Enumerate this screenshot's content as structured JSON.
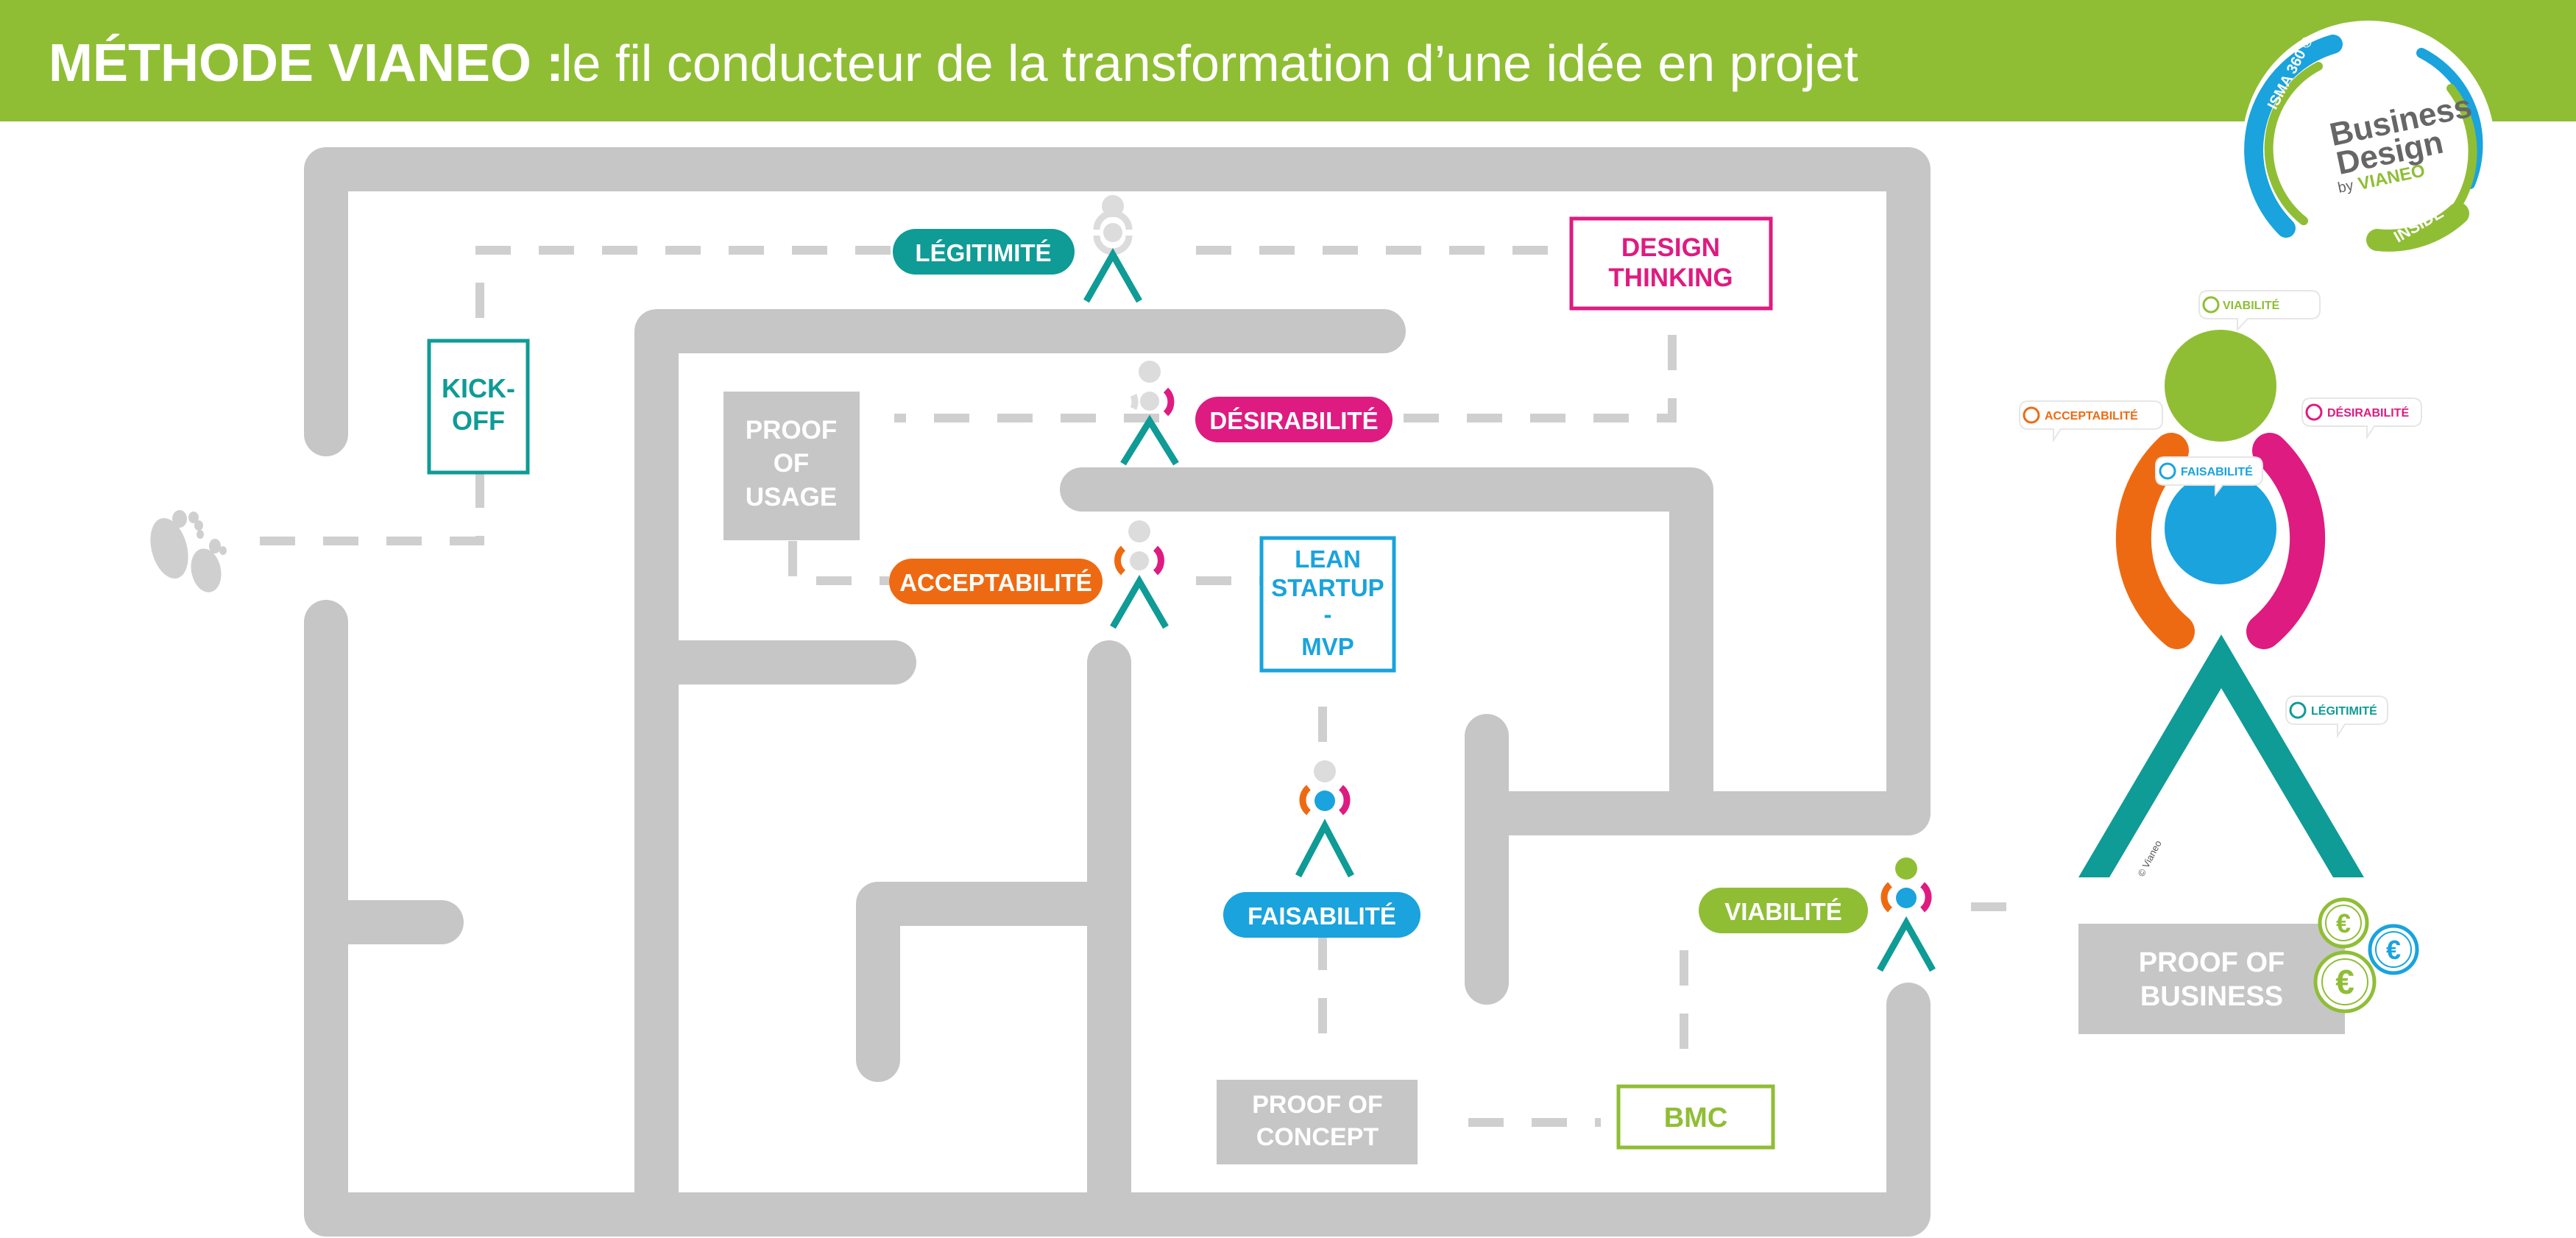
{
  "header": {
    "title_bold": "MÉTHODE VIANEO :",
    "title_rest": "le fil conducteur de la transformation d’une idée en projet"
  },
  "badge": {
    "top": "ISMA 360 ®",
    "line1": "Business",
    "line2": "Design",
    "by": "by",
    "brand": "VIANEO",
    "inside": "INSIDE"
  },
  "labels": {
    "legitimite": "LÉGITIMITÉ",
    "desirabilite": "DÉSIRABILITÉ",
    "acceptabilite": "ACCEPTABILITÉ",
    "faisabilite": "FAISABILITÉ",
    "viabilite": "VIABILITÉ"
  },
  "steps": {
    "kickoff": [
      "KICK-",
      "OFF"
    ],
    "design_thinking": [
      "DESIGN",
      "THINKING"
    ],
    "lean_startup": [
      "LEAN",
      "STARTUP",
      "-",
      "MVP"
    ],
    "bmc": "BMC",
    "proof_usage": [
      "PROOF",
      "OF",
      "USAGE"
    ],
    "proof_concept": [
      "PROOF OF",
      "CONCEPT"
    ],
    "proof_business": [
      "PROOF OF",
      "BUSINESS"
    ]
  },
  "figure": {
    "viabilite": "VIABILITÉ",
    "acceptabilite": "ACCEPTABILITÉ",
    "desirabilite": "DÉSIRABILITÉ",
    "faisabilite": "FAISABILITÉ",
    "legitimite": "LÉGITIMITÉ",
    "copyright": "© Vianeo"
  },
  "currency": "€",
  "colors": {
    "green": "#8fbe35",
    "teal": "#0f9b96",
    "magenta": "#de1b80",
    "orange": "#ee6a12",
    "blue": "#1aa3dd",
    "gray": "#c6c6c6",
    "head_gray": "#dcdcdc"
  }
}
